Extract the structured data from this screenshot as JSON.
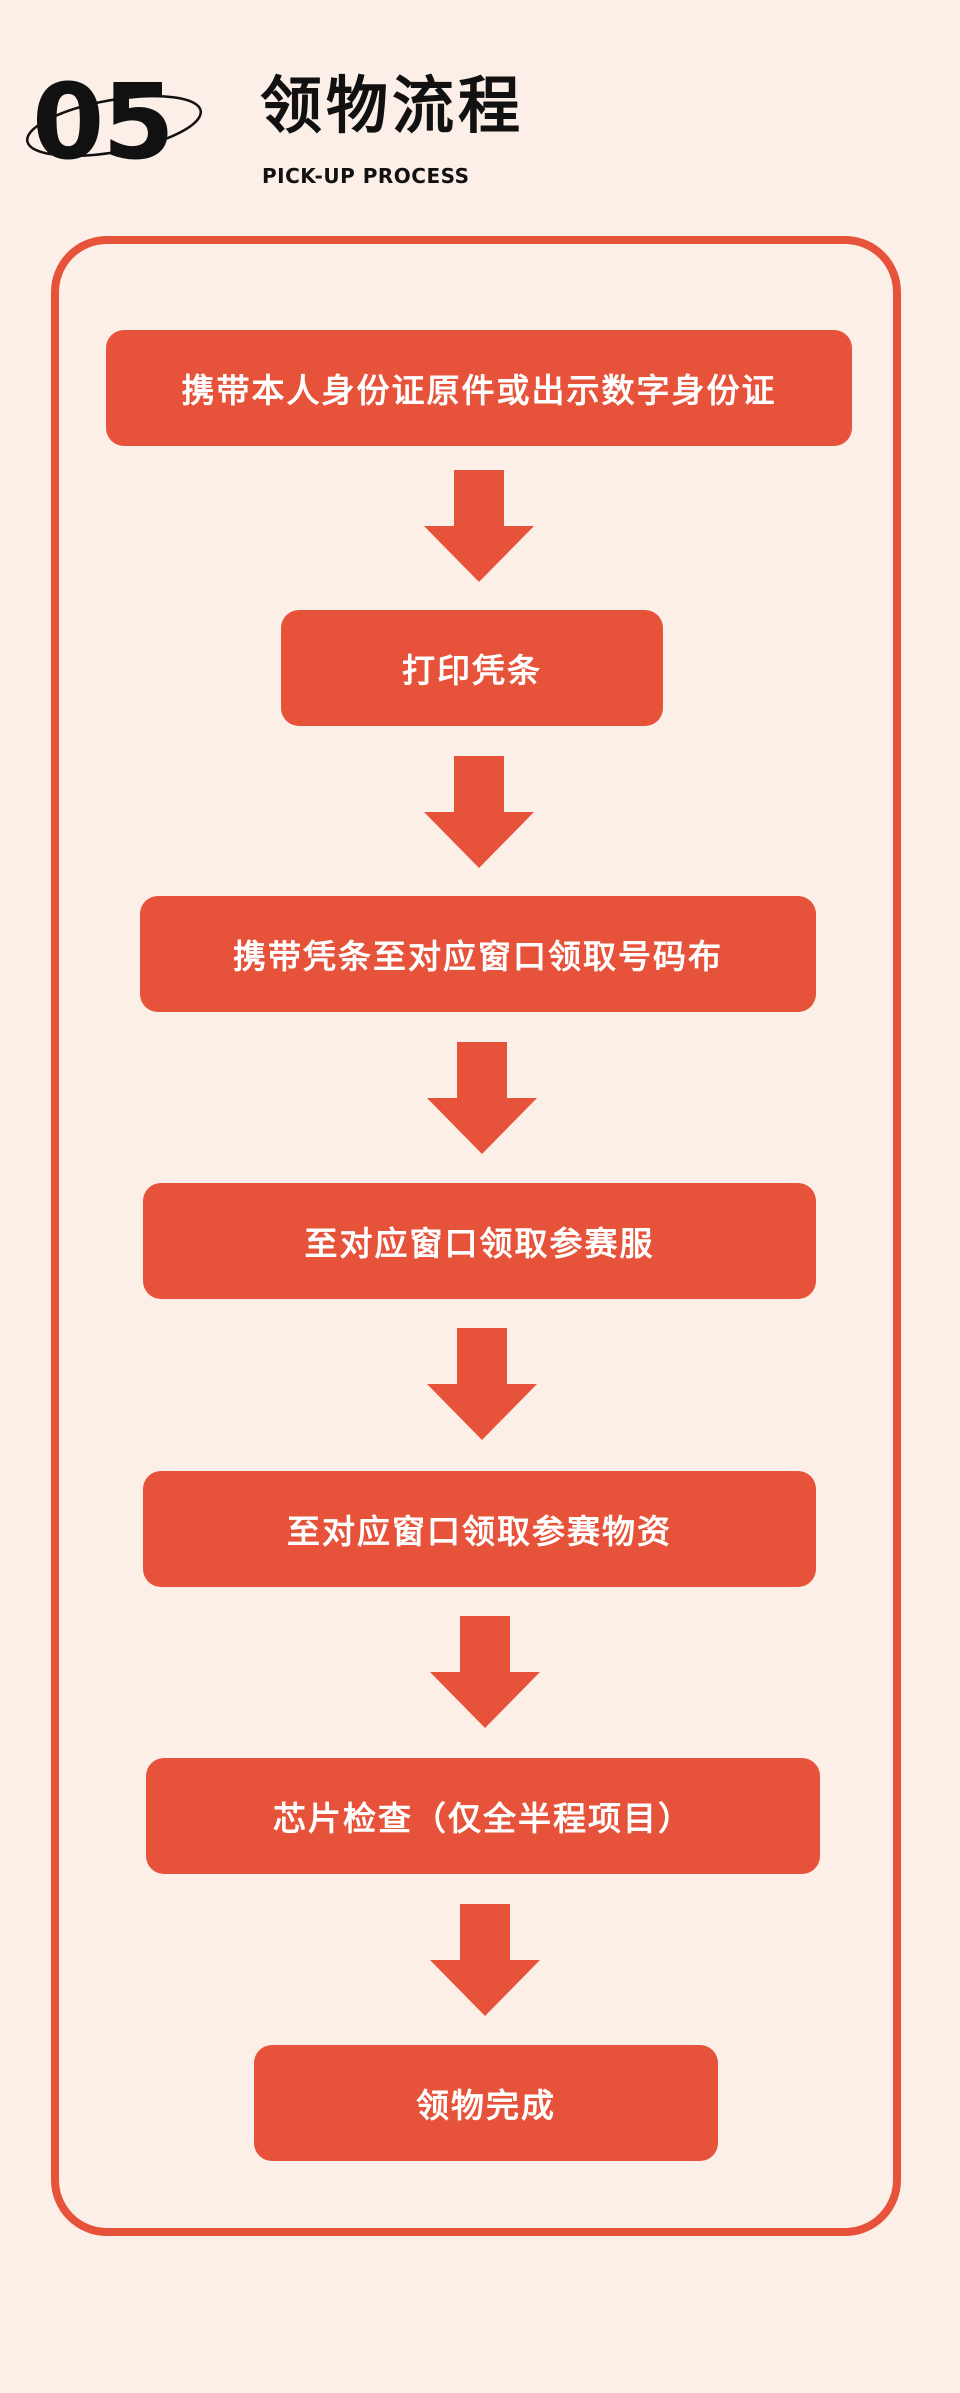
{
  "header": {
    "number": "05",
    "title": "领物流程",
    "subtitle": "PICK-UP PROCESS"
  },
  "colors": {
    "accent": "#e7533a",
    "background": "#fcefe7",
    "text": "#111111"
  },
  "steps": [
    {
      "label": "携带本人身份证原件或出示数字身份证"
    },
    {
      "label": "打印凭条"
    },
    {
      "label": "携带凭条至对应窗口领取号码布"
    },
    {
      "label": "至对应窗口领取参赛服"
    },
    {
      "label": "至对应窗口领取参赛物资"
    },
    {
      "label": "芯片检查（仅全半程项目）"
    },
    {
      "label": "领物完成"
    }
  ]
}
